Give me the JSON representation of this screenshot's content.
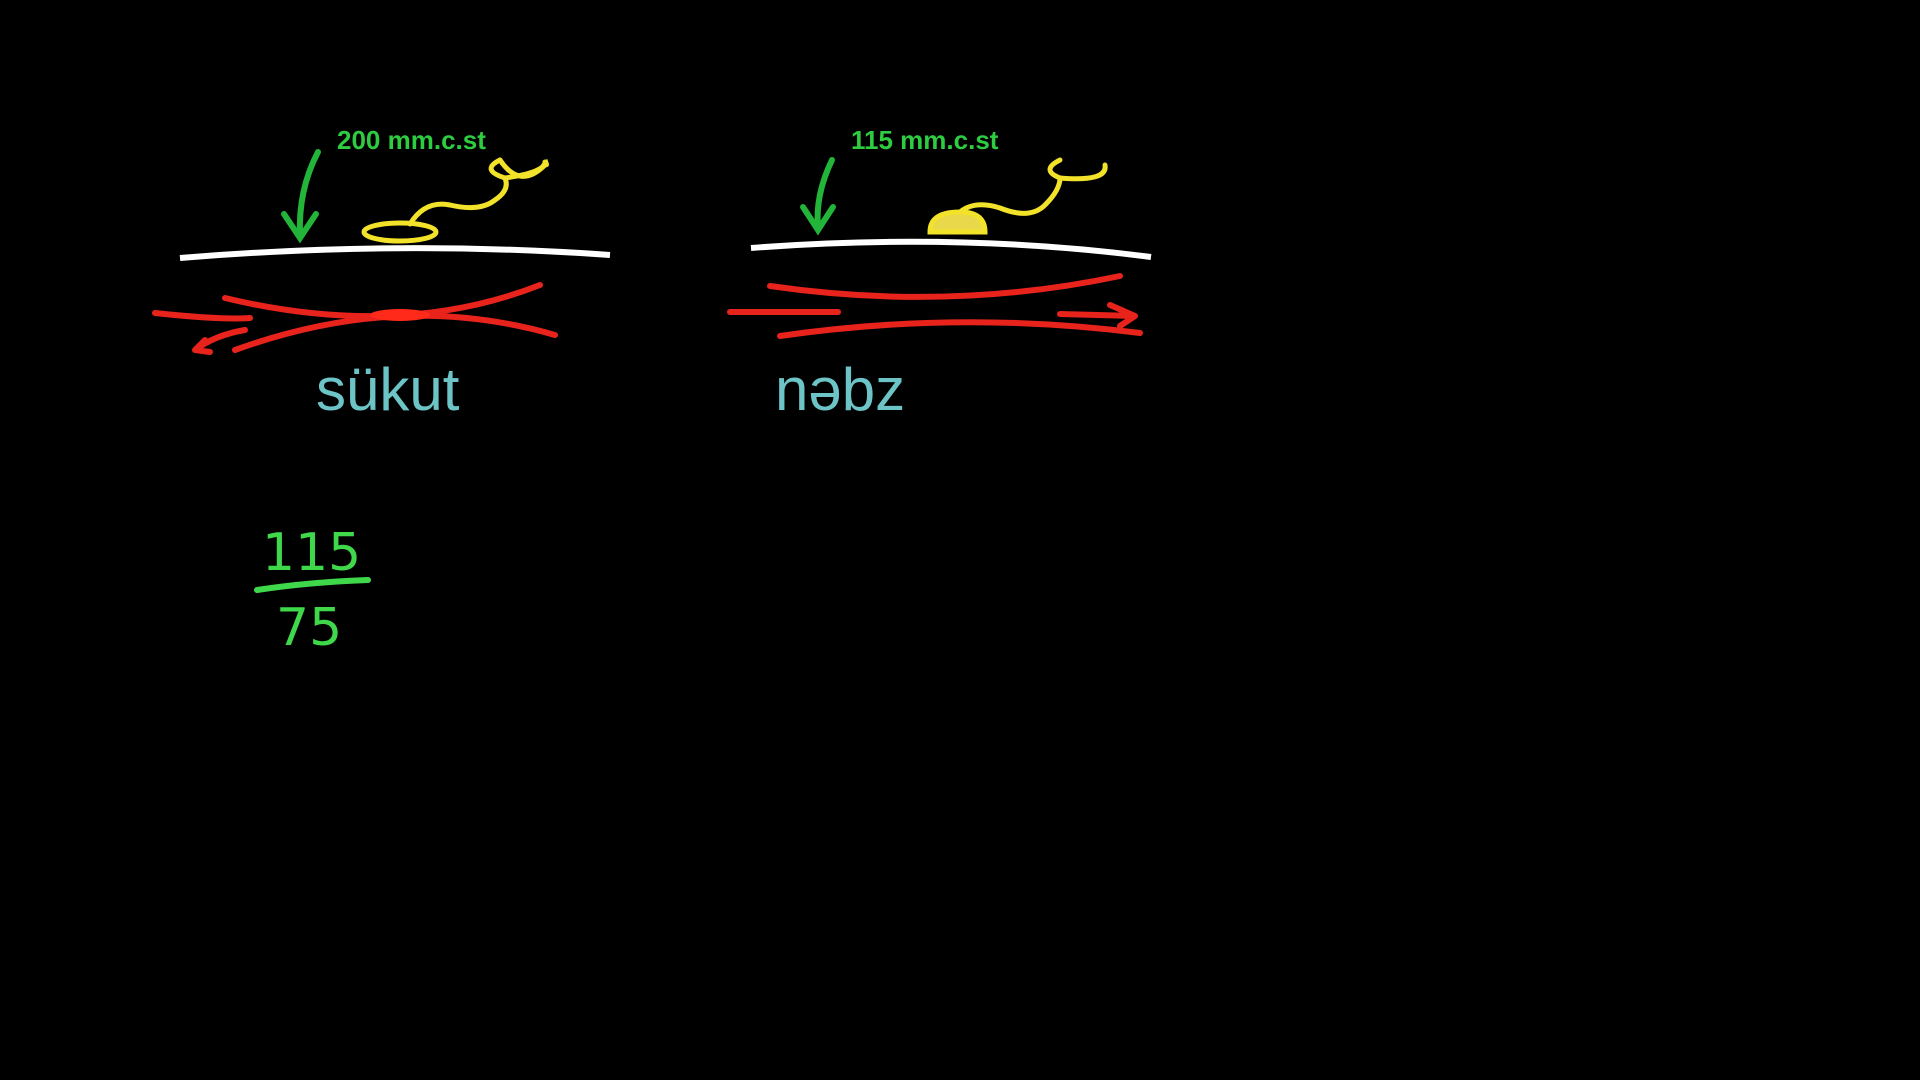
{
  "left_panel": {
    "pressure_label": "200 mm.c.st",
    "caption": "sükut"
  },
  "right_panel": {
    "pressure_label": "115 mm.c.st",
    "caption": "nəbz"
  },
  "fraction": {
    "numerator": "115",
    "denominator": "75"
  },
  "colors": {
    "label_green": "#2ecc40",
    "caption": "#6cc4c6",
    "artery": "#e8231c",
    "stethoscope": "#f2e22a",
    "skin": "#ffffff",
    "arrow": "#22b53a"
  }
}
